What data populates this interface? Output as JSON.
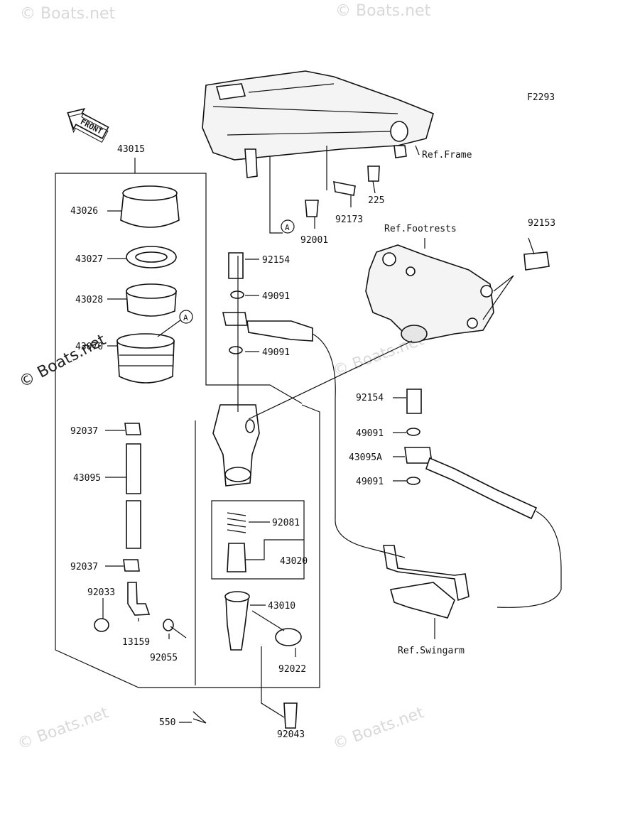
{
  "figure_code": "F2293",
  "front_label": "FRONT",
  "ref_labels": {
    "frame": "Ref.Frame",
    "footrests": "Ref.Footrests",
    "swingarm": "Ref.Swingarm",
    "marker_a": "A"
  },
  "watermarks": {
    "text": "© Boats.net",
    "prominent": "© Boats.net"
  },
  "parts": [
    "43015",
    "43026",
    "43027",
    "43028",
    "43070",
    "92037",
    "43095",
    "92037",
    "92033",
    "13159",
    "92055",
    "550",
    "92043",
    "92022",
    "43010",
    "43020",
    "92081",
    "92154",
    "49091",
    "49091",
    "92001",
    "92173",
    "225",
    "92153",
    "92154",
    "49091",
    "43095A",
    "49091"
  ]
}
